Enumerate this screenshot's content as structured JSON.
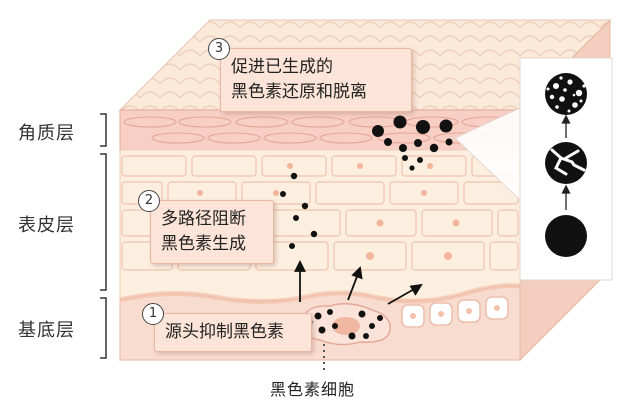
{
  "layers": [
    {
      "label": "角质层"
    },
    {
      "label": "表皮层"
    },
    {
      "label": "基底层"
    }
  ],
  "steps": [
    {
      "number": "1",
      "text": "源头抑制黑色素"
    },
    {
      "number": "2",
      "line1": "多路径阻断",
      "line2": "黑色素生成"
    },
    {
      "number": "3",
      "line1": "促进已生成的",
      "line2": "黑色素还原和脱离"
    }
  ],
  "cell_label": "黑色素细胞",
  "colors": {
    "skin": "#f9dcd0",
    "epidermis": "#fdefe0",
    "callout": "#fce5d8",
    "melanin": "#111111"
  }
}
